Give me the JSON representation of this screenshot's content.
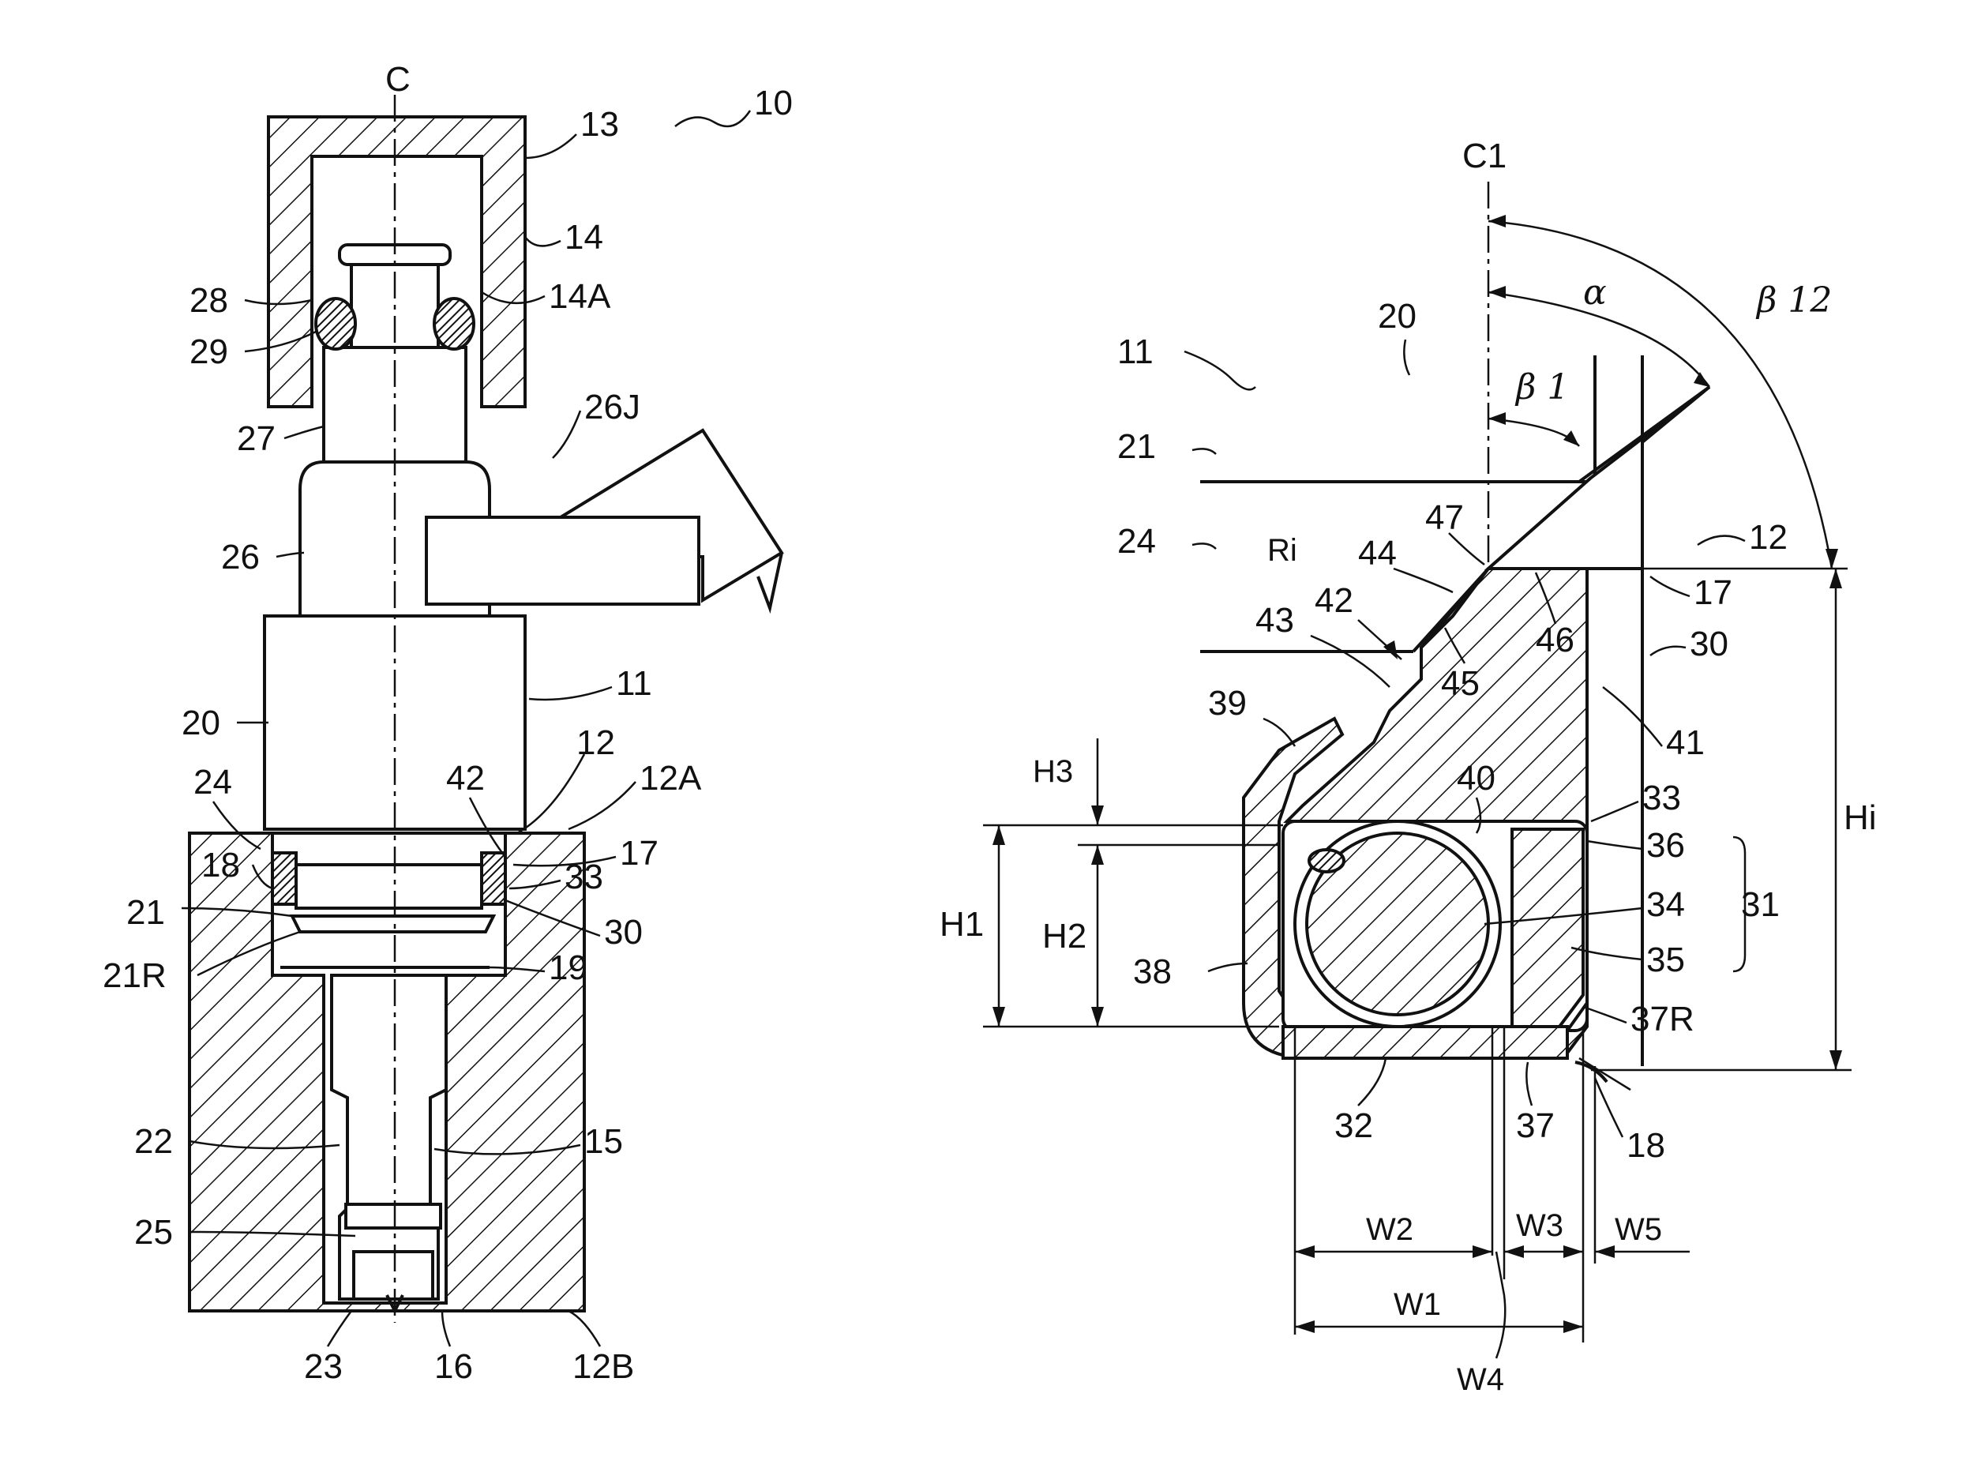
{
  "figure": {
    "left_view": {
      "center_label": "C",
      "labels": [
        "10",
        "13",
        "14",
        "14A",
        "28",
        "29",
        "27",
        "26J",
        "26",
        "20",
        "11",
        "12",
        "12A",
        "24",
        "42",
        "17",
        "18",
        "33",
        "21",
        "30",
        "21R",
        "19",
        "22",
        "15",
        "25",
        "23",
        "16",
        "12B"
      ]
    },
    "right_view": {
      "center_label": "C1",
      "angle_labels": [
        "α",
        "β 12",
        "β 1"
      ],
      "labels": [
        "20",
        "11",
        "21",
        "24",
        "Ri",
        "47",
        "44",
        "42",
        "43",
        "12",
        "17",
        "46",
        "30",
        "45",
        "39",
        "41",
        "40",
        "33",
        "36",
        "31",
        "34",
        "35",
        "38",
        "37R",
        "32",
        "37",
        "18"
      ],
      "dimension_labels": [
        "H3",
        "H1",
        "H2",
        "Hi",
        "W2",
        "W3",
        "W5",
        "W1",
        "W4"
      ]
    },
    "colors": {
      "ink": "#111111",
      "paper": "#ffffff"
    }
  }
}
